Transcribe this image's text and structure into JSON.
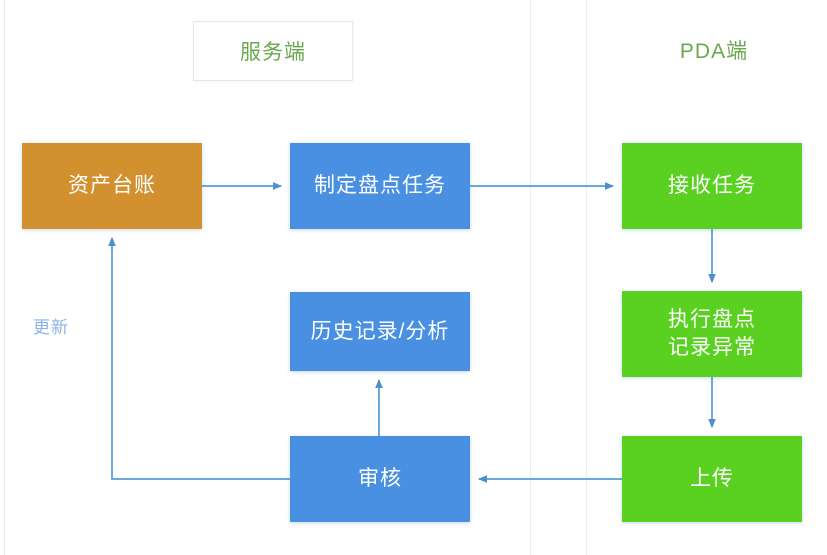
{
  "diagram": {
    "title_lanes": {
      "server": "服务端",
      "pda": "PDA端"
    },
    "nodes": {
      "asset_ledger": "资产台账",
      "create_task": "制定盘点任务",
      "receive_task": "接收任务",
      "history_analysis": "历史记录/分析",
      "execute_count_line1": "执行盘点",
      "execute_count_line2": "记录异常",
      "review": "审核",
      "upload": "上传"
    },
    "annotations": {
      "update": "更新"
    },
    "colors": {
      "orange": "#d2902f",
      "blue": "#4a90e2",
      "green": "#5ad021",
      "lane_label": "#6aa84f",
      "connector": "#6aa9e0",
      "annotation": "#8ab4e8",
      "divider": "#e9ecef",
      "background": "#ffffff"
    },
    "edges": [
      {
        "from": "asset_ledger",
        "to": "create_task",
        "direction": "right"
      },
      {
        "from": "create_task",
        "to": "receive_task",
        "direction": "right"
      },
      {
        "from": "receive_task",
        "to": "execute_count",
        "direction": "down"
      },
      {
        "from": "execute_count",
        "to": "upload",
        "direction": "down"
      },
      {
        "from": "upload",
        "to": "review",
        "direction": "left"
      },
      {
        "from": "review",
        "to": "history_analysis",
        "direction": "up"
      },
      {
        "from": "review",
        "to": "asset_ledger",
        "direction": "left-up",
        "label": "更新"
      }
    ]
  }
}
